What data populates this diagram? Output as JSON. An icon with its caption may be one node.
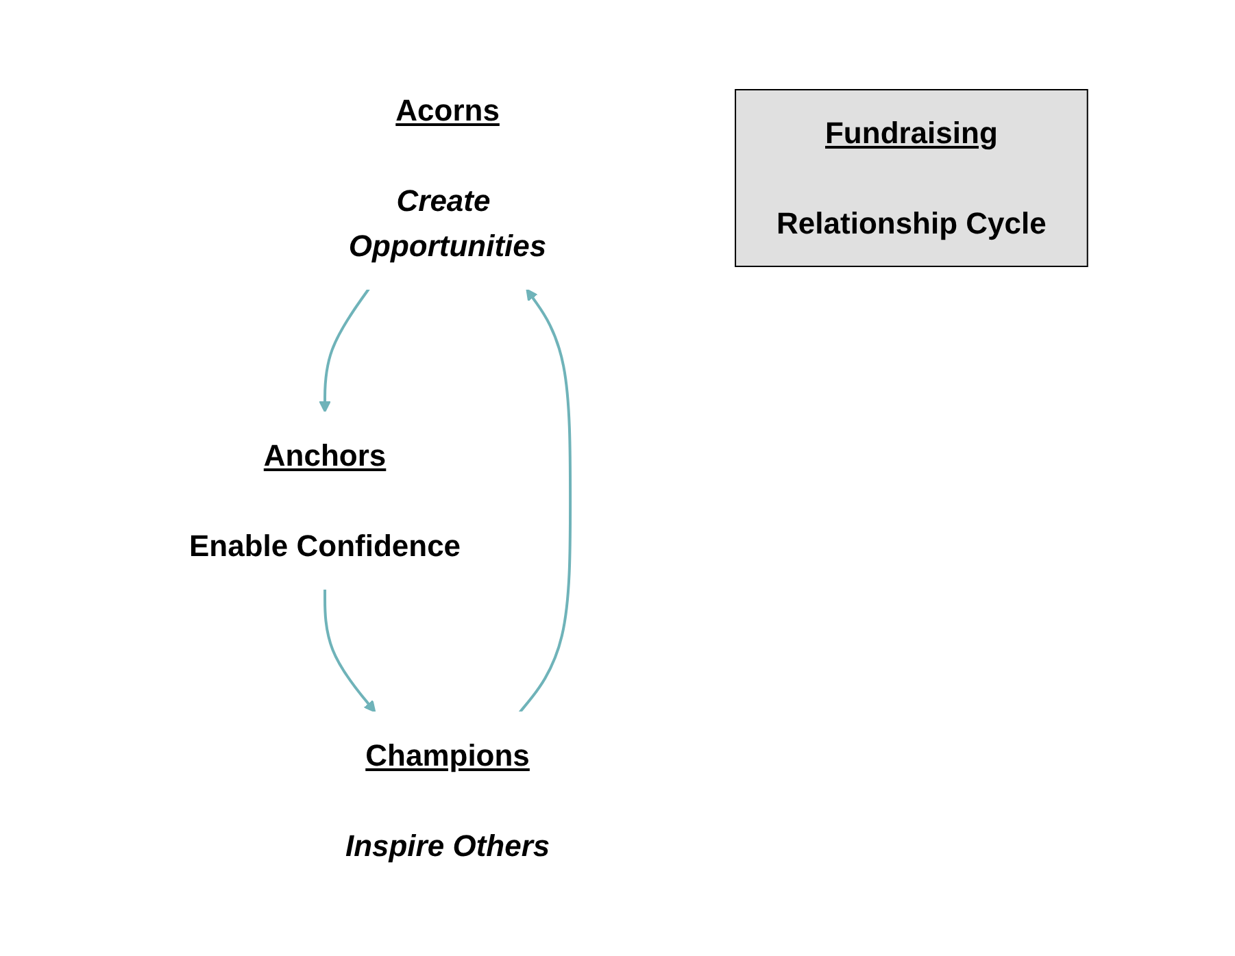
{
  "diagram": {
    "nodes": [
      {
        "text": [
          "Acorns",
          "Create Opportunities"
        ]
      },
      {
        "text": [
          "Anchors",
          "Enable Confidence"
        ]
      },
      {
        "text": [
          "Champions",
          "Inspire Others"
        ]
      },
      {
        "text": [
          "Fundraising",
          "Relationship Cycle"
        ]
      }
    ],
    "edges": [
      {
        "from": 0,
        "to": 1,
        "arrow": "to"
      },
      {
        "from": 1,
        "to": 2,
        "arrow": "to"
      },
      {
        "from": 2,
        "to": 0,
        "arrow": "to"
      }
    ]
  }
}
